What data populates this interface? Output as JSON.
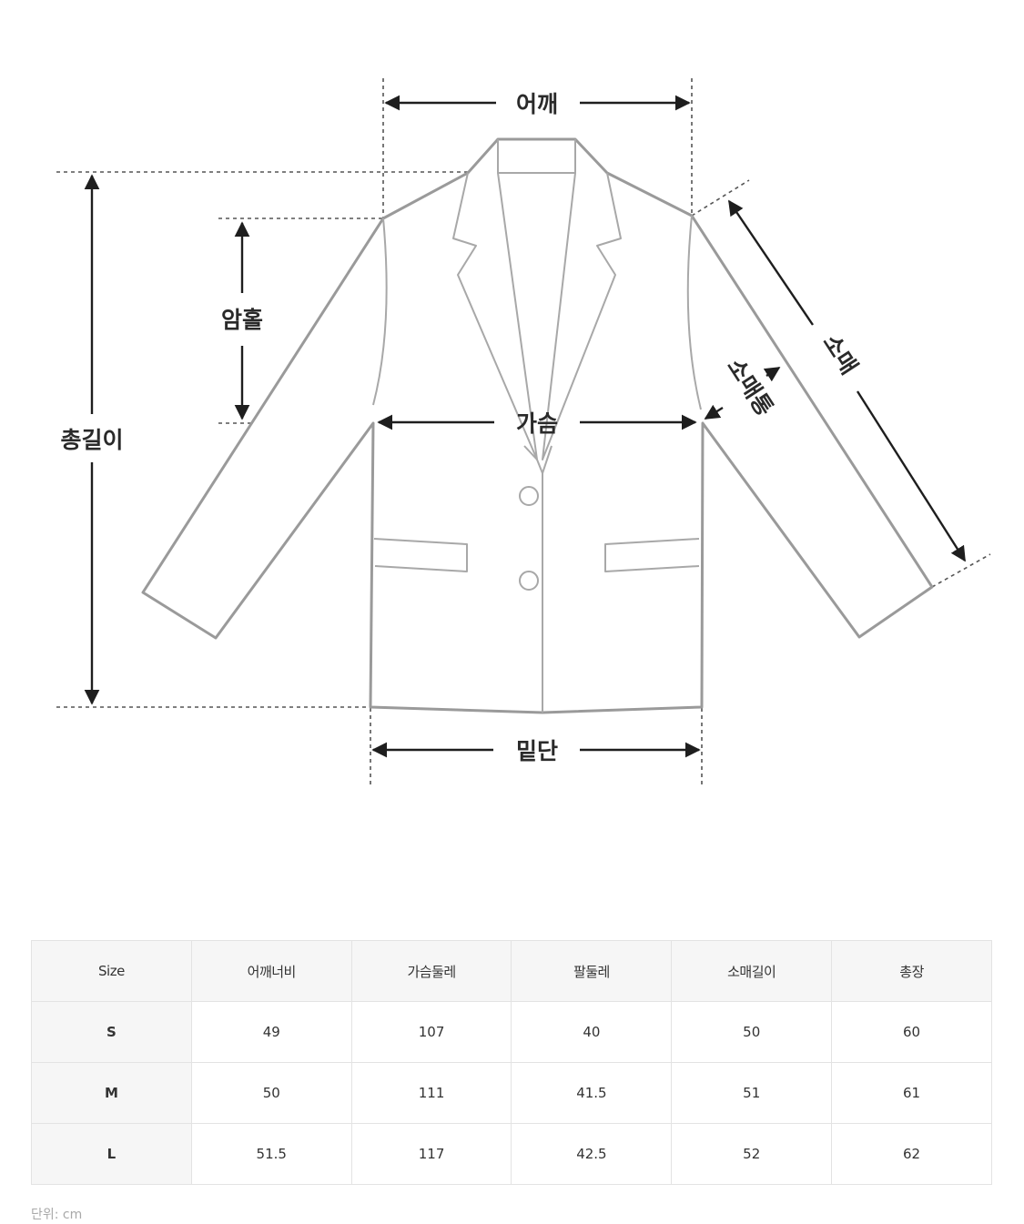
{
  "diagram": {
    "labels": {
      "shoulder": "어깨",
      "total_length": "총길이",
      "armhole": "암홀",
      "chest": "가슴",
      "sleeve": "소매",
      "sleeve_width": "소매통",
      "hem": "밑단"
    }
  },
  "size_table": {
    "headers": [
      "Size",
      "어깨너비",
      "가슴둘레",
      "팔둘레",
      "소매길이",
      "총장"
    ],
    "rows": [
      [
        "S",
        "49",
        "107",
        "40",
        "50",
        "60"
      ],
      [
        "M",
        "50",
        "111",
        "41.5",
        "51",
        "61"
      ],
      [
        "L",
        "51.5",
        "117",
        "42.5",
        "52",
        "62"
      ]
    ]
  },
  "unit_note": "단위: cm"
}
